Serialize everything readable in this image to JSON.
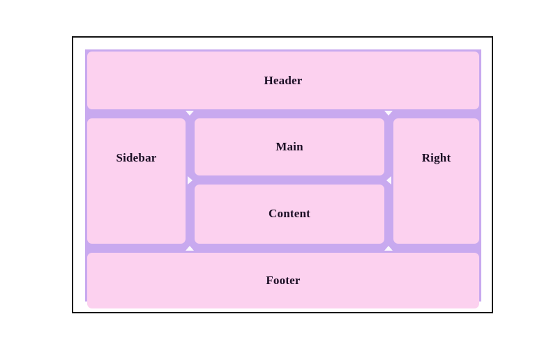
{
  "document": {
    "title": "Resizable Split Layout Demo",
    "background_color": "#ffffff"
  },
  "frame": {
    "border_color": "#131313",
    "inner_background": "#ffffff"
  },
  "layout": {
    "gutter_color": "#c8a9ef",
    "pane_color": "#fcd1ef",
    "label_color": "#1a0d23",
    "handle_color": "#ffffff",
    "panes": [
      {
        "key": "header",
        "label": "Header"
      },
      {
        "key": "sidebar",
        "label": "Sidebar"
      },
      {
        "key": "main",
        "label": "Main"
      },
      {
        "key": "content",
        "label": "Content"
      },
      {
        "key": "right",
        "label": "Right"
      },
      {
        "key": "footer",
        "label": "Footer"
      }
    ],
    "splitters": [
      {
        "key": "header-row",
        "orientation": "horizontal"
      },
      {
        "key": "row-footer",
        "orientation": "horizontal"
      },
      {
        "key": "sidebar-main",
        "orientation": "vertical"
      },
      {
        "key": "main-right",
        "orientation": "vertical"
      },
      {
        "key": "main-content",
        "orientation": "horizontal"
      }
    ]
  }
}
